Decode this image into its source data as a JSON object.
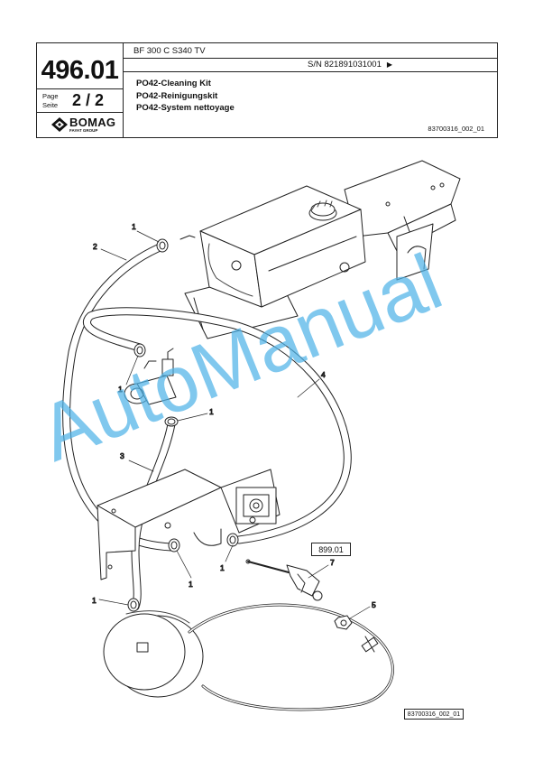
{
  "header": {
    "model": "BF 300 C S340 TV",
    "serial": "S/N 821891031001",
    "serial_arrow": "▶",
    "part_number": "496.01",
    "page_label": "Page\nSeite",
    "page_value": "2 / 2",
    "titles": [
      "PO42-Cleaning Kit",
      "PO42-Reinigungskit",
      "PO42-System nettoyage"
    ],
    "drawing_ref": "83700316_002_01",
    "brand": "BOMAG",
    "brand_sub": "FAYAT GROUP"
  },
  "diagram": {
    "callouts": [
      "1",
      "2",
      "1",
      "1",
      "3",
      "4",
      "1",
      "1",
      "1",
      "7",
      "5"
    ],
    "reference_box": "899.01",
    "bottom_ref": "83700316_002_01"
  },
  "watermark": "AutoManual"
}
